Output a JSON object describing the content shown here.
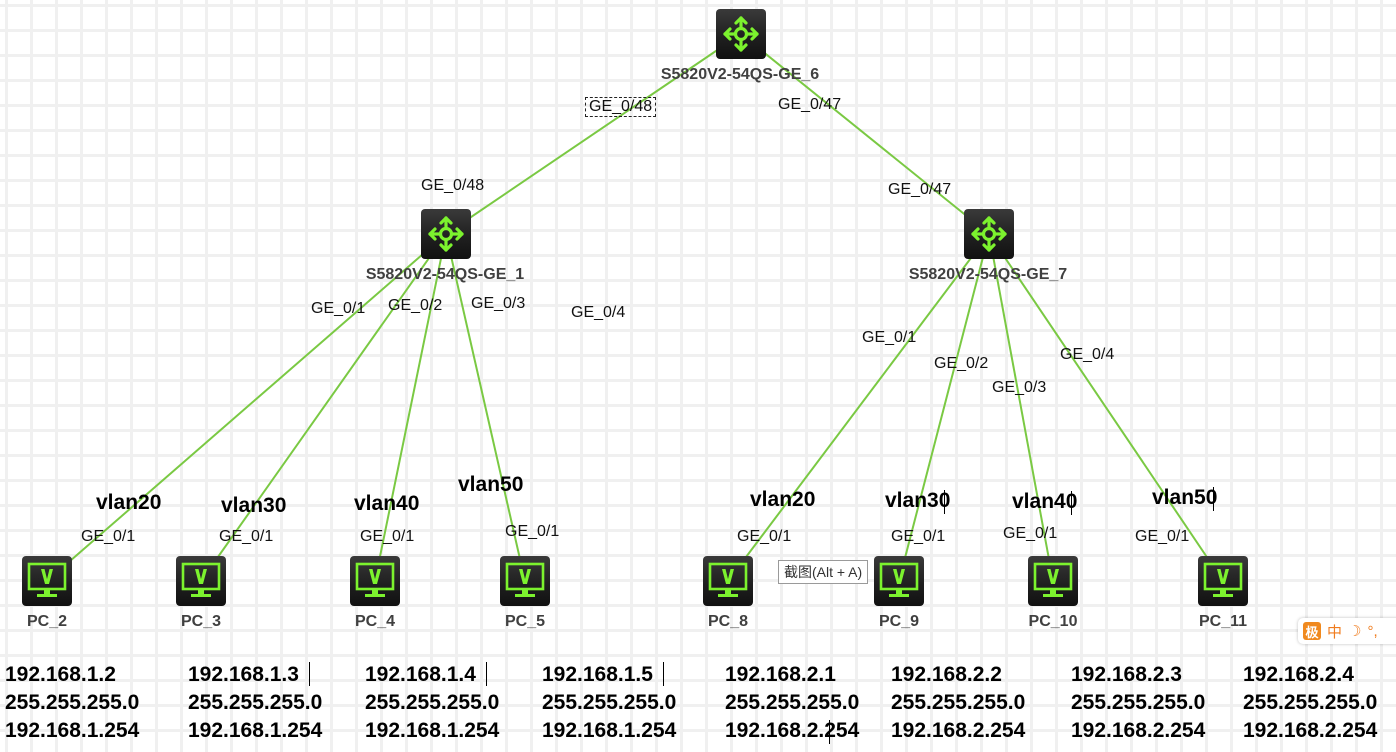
{
  "colors": {
    "link": "#7ac943",
    "icon_accent": "#7cf22e",
    "grid": "#f0f0f0"
  },
  "switches": [
    {
      "id": "sw6",
      "label": "S5820V2-54QS-GE_6",
      "icon": "switch-icon"
    },
    {
      "id": "sw1",
      "label": "S5820V2-54QS-GE_1",
      "icon": "switch-icon"
    },
    {
      "id": "sw7",
      "label": "S5820V2-54QS-GE_7",
      "icon": "switch-icon"
    }
  ],
  "pcs": [
    {
      "id": "pc2",
      "label": "PC_2",
      "vlan": "vlan20",
      "port": "GE_0/1",
      "ip": "192.168.1.2",
      "mask": "255.255.255.0",
      "gateway": "192.168.1.254"
    },
    {
      "id": "pc3",
      "label": "PC_3",
      "vlan": "vlan30",
      "port": "GE_0/1",
      "ip": "192.168.1.3",
      "mask": "255.255.255.0",
      "gateway": "192.168.1.254"
    },
    {
      "id": "pc4",
      "label": "PC_4",
      "vlan": "vlan40",
      "port": "GE_0/1",
      "ip": "192.168.1.4",
      "mask": "255.255.255.0",
      "gateway": "192.168.1.254"
    },
    {
      "id": "pc5",
      "label": "PC_5",
      "vlan": "vlan50",
      "port": "GE_0/1",
      "ip": "192.168.1.5",
      "mask": "255.255.255.0",
      "gateway": "192.168.1.254"
    },
    {
      "id": "pc8",
      "label": "PC_8",
      "vlan": "vlan20",
      "port": "GE_0/1",
      "ip": "192.168.2.1",
      "mask": "255.255.255.0",
      "gateway": "192.168.2.254"
    },
    {
      "id": "pc9",
      "label": "PC_9",
      "vlan": "vlan30",
      "port": "GE_0/1",
      "ip": "192.168.2.2",
      "mask": "255.255.255.0",
      "gateway": "192.168.2.254"
    },
    {
      "id": "pc10",
      "label": "PC_10",
      "vlan": "vlan40",
      "port": "GE_0/1",
      "ip": "192.168.2.3",
      "mask": "255.255.255.0",
      "gateway": "192.168.2.254"
    },
    {
      "id": "pc11",
      "label": "PC_11",
      "vlan": "vlan50",
      "port": "GE_0/1",
      "ip": "192.168.2.4",
      "mask": "255.255.255.0",
      "gateway": "192.168.2.254"
    }
  ],
  "links": [
    {
      "from": "sw6",
      "to": "sw1",
      "from_port": "GE_0/48",
      "to_port": "GE_0/48"
    },
    {
      "from": "sw6",
      "to": "sw7",
      "from_port": "GE_0/47",
      "to_port": "GE_0/47"
    },
    {
      "from": "sw1",
      "to": "pc2",
      "from_port": "GE_0/1",
      "to_port": "GE_0/1"
    },
    {
      "from": "sw1",
      "to": "pc3",
      "from_port": "GE_0/2",
      "to_port": "GE_0/1"
    },
    {
      "from": "sw1",
      "to": "pc4",
      "from_port": "GE_0/3",
      "to_port": "GE_0/1"
    },
    {
      "from": "sw1",
      "to": "pc5",
      "from_port": "GE_0/4",
      "to_port": "GE_0/1"
    },
    {
      "from": "sw7",
      "to": "pc8",
      "from_port": "GE_0/1",
      "to_port": "GE_0/1"
    },
    {
      "from": "sw7",
      "to": "pc9",
      "from_port": "GE_0/2",
      "to_port": "GE_0/1"
    },
    {
      "from": "sw7",
      "to": "pc10",
      "from_port": "GE_0/3",
      "to_port": "GE_0/1"
    },
    {
      "from": "sw7",
      "to": "pc11",
      "from_port": "GE_0/4",
      "to_port": "GE_0/1"
    }
  ],
  "tooltip": "截图(Alt + A)",
  "ime_bar": {
    "logo": "极",
    "mode": "中",
    "moon": "☽",
    "punct": "°,"
  }
}
